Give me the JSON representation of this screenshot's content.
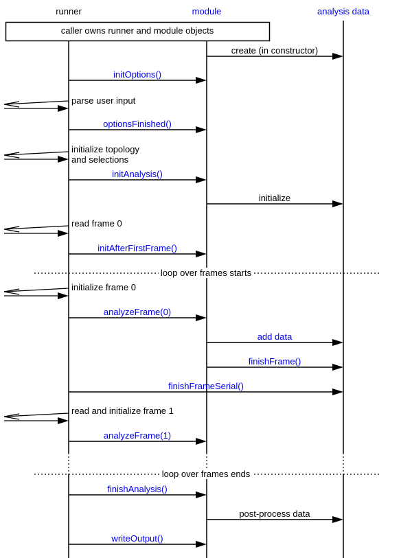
{
  "entities": {
    "runner": "runner",
    "module": "module",
    "analysis_data": "analysis data"
  },
  "note": "caller owns runner and module objects",
  "messages": {
    "create": "create (in constructor)",
    "init_options": "initOptions()",
    "options_finished": "optionsFinished()",
    "init_analysis": "initAnalysis()",
    "initialize": "initialize",
    "init_after_first_frame": "initAfterFirstFrame()",
    "analyze_frame_0": "analyzeFrame(0)",
    "add_data": "add data",
    "finish_frame": "finishFrame()",
    "finish_frame_serial": "finishFrameSerial()",
    "analyze_frame_1": "analyzeFrame(1)",
    "finish_analysis": "finishAnalysis()",
    "post_process": "post-process data",
    "write_output": "writeOutput()"
  },
  "caller_actions": {
    "parse_input": "parse user input",
    "init_topology_line1": "initialize topology",
    "init_topology_line2": "and selections",
    "read_frame_0": "read frame 0",
    "init_frame_0": "initialize frame 0",
    "read_init_frame_1": "read and initialize frame 1"
  },
  "separators": {
    "loop_start": "loop over frames starts",
    "loop_end": "loop over frames ends"
  },
  "colors": {
    "link_blue": "#0000ee",
    "text_black": "#000000",
    "line_black": "#000000",
    "background": "#ffffff"
  }
}
